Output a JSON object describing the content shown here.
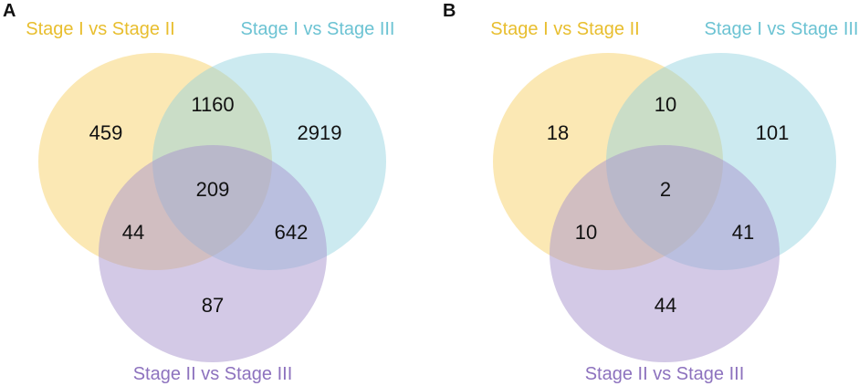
{
  "colors": {
    "set_a": "#F7D26A",
    "set_b": "#8ED1DE",
    "set_c": "#A893CE",
    "label_a": "#E8BE2E",
    "label_b": "#6CC3D3",
    "label_c": "#8D72BE"
  },
  "panels": [
    {
      "label": "A",
      "set_labels": {
        "a": "Stage I vs Stage II",
        "b": "Stage I vs Stage III",
        "c": "Stage II vs Stage III"
      },
      "counts": {
        "a_only": "459",
        "ab": "1160",
        "b_only": "2919",
        "abc": "209",
        "ac": "44",
        "bc": "642",
        "c_only": "87"
      }
    },
    {
      "label": "B",
      "set_labels": {
        "a": "Stage I vs Stage II",
        "b": "Stage I vs Stage III",
        "c": "Stage II vs Stage III"
      },
      "counts": {
        "a_only": "18",
        "ab": "10",
        "b_only": "101",
        "abc": "2",
        "ac": "10",
        "bc": "41",
        "c_only": "44"
      }
    }
  ]
}
